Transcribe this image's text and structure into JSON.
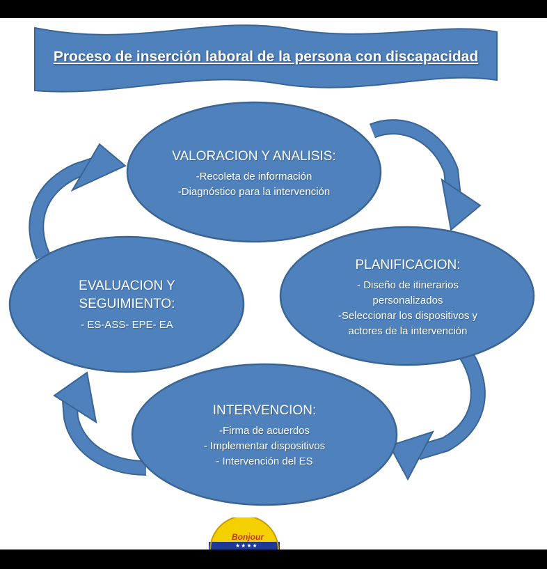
{
  "title": "Proceso de inserción laboral de la persona con discapacidad",
  "colors": {
    "fill": "#4f81bd",
    "stroke": "#3a6494",
    "arrow": "#4f81bd",
    "text": "#ffffff"
  },
  "nodes": [
    {
      "heading": "VALORACION Y ANALISIS:",
      "items": [
        "-Recoleta de información",
        "-Diagnóstico para la intervención"
      ]
    },
    {
      "heading": "PLANIFICACION:",
      "items": [
        "- Diseño de itinerarios",
        "personalizados",
        "-Seleccionar los dispositivos y",
        "actores de la intervención"
      ]
    },
    {
      "heading": "INTERVENCION:",
      "items": [
        "-Firma de acuerdos",
        "- Implementar dispositivos",
        "- Intervención del ES"
      ]
    },
    {
      "heading": "EVALUACION Y SEGUIMIENTO:",
      "items": [
        "- ES-ASS- EPE- EA"
      ]
    }
  ],
  "logo": {
    "text": "Bonjour",
    "stars": "★★★★"
  }
}
